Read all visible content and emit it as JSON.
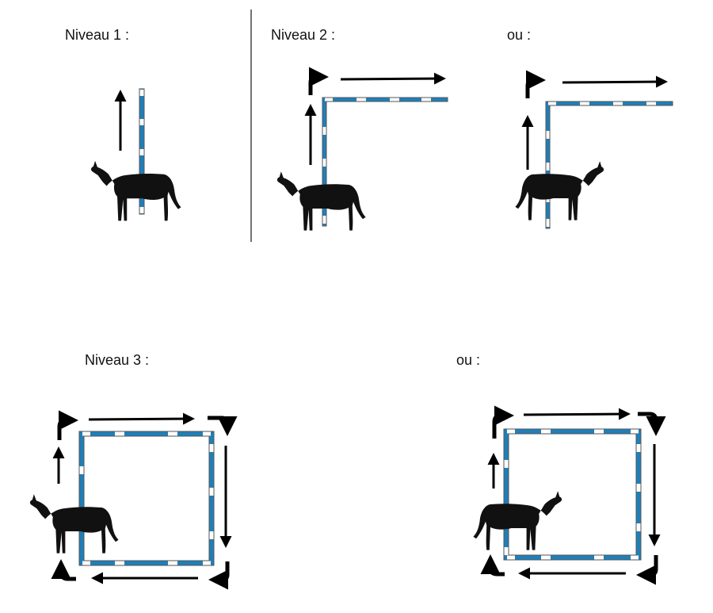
{
  "labels": {
    "level1": "Niveau 1 :",
    "level2": "Niveau 2 :",
    "level2_alt": "ou :",
    "level3": "Niveau 3 :",
    "level3_alt": "ou :"
  },
  "colors": {
    "pole_blue": "#1f7fb8",
    "pole_white": "#ffffff",
    "outline": "#555555",
    "arrow": "#000000",
    "horse": "#111111",
    "divider": "#444444"
  },
  "icons": {
    "horse": "horse-silhouette-icon",
    "arrow": "arrow-icon",
    "curved_arrow": "curved-arrow-icon",
    "pole": "striped-pole-icon"
  }
}
